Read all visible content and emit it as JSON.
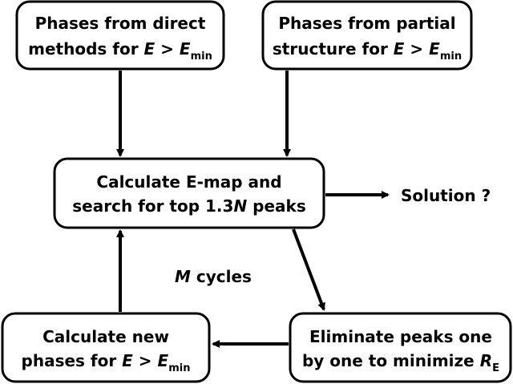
{
  "boxes": {
    "direct": {
      "line1": "Phases from direct",
      "line2_pre": "methods for ",
      "e1": "E",
      "gt": " > ",
      "e2": "E",
      "sub": "min"
    },
    "partial": {
      "line1": "Phases from partial",
      "line2_pre": "structure for ",
      "e1": "E",
      "gt": " > ",
      "e2": "E",
      "sub": "min"
    },
    "emap": {
      "line1": "Calculate E-map and",
      "line2_pre": "search for top 1.3",
      "n": "N",
      "line2_post": " peaks"
    },
    "newphases": {
      "line1": "Calculate new",
      "line2_pre": "phases  for ",
      "e1": "E",
      "gt": " > ",
      "e2": "E",
      "sub": "min"
    },
    "eliminate": {
      "line1": "Eliminate peaks one",
      "line2_pre": "by one to minimize ",
      "r": "R",
      "sub": "E"
    }
  },
  "labels": {
    "solution": "Solution ?",
    "cycles_m": "M",
    "cycles_text": " cycles"
  }
}
